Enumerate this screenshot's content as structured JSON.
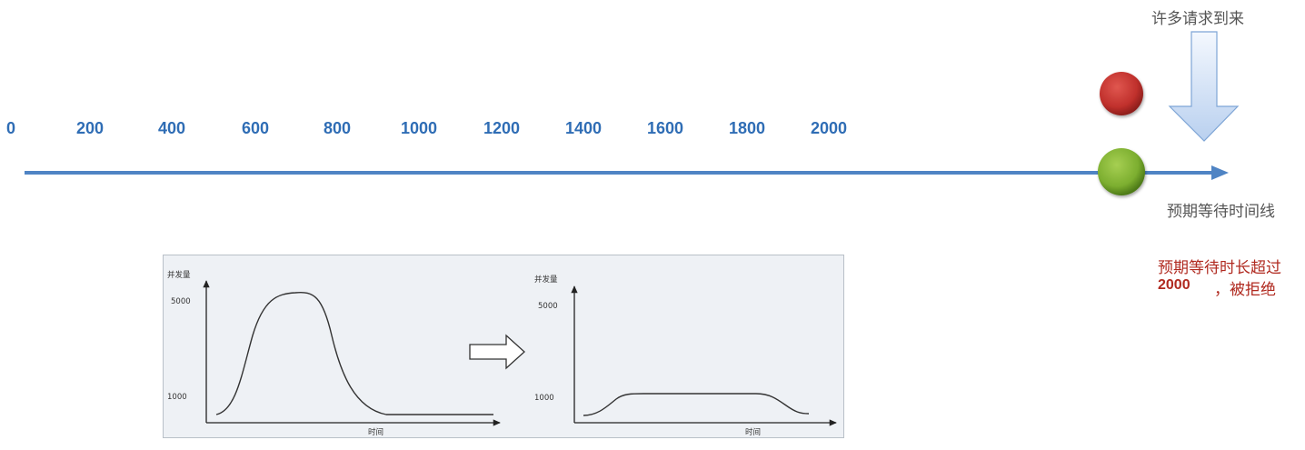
{
  "timeline": {
    "ticks": [
      "0",
      "200",
      "400",
      "600",
      "800",
      "1000",
      "1200",
      "1400",
      "1600",
      "1800",
      "2000"
    ],
    "axis_color": "#4f84c4",
    "tick_color": "#2f6db5",
    "axis_label": "预期等待时间线",
    "arrival_label": "许多请求到来"
  },
  "markers": {
    "red_ball_color": "#c0302c",
    "green_ball_color": "#7cae2f"
  },
  "rejection": {
    "line1": "预期等待时长超过",
    "value": "2000",
    "line2": "，被拒绝",
    "color": "#b0291f"
  },
  "comparison": {
    "left_chart": {
      "ylabel": "并发量",
      "xlabel": "时间",
      "yticks": [
        "5000",
        "1000"
      ]
    },
    "right_chart": {
      "ylabel": "并发量",
      "xlabel": "时间",
      "yticks": [
        "5000",
        "1000"
      ]
    }
  }
}
